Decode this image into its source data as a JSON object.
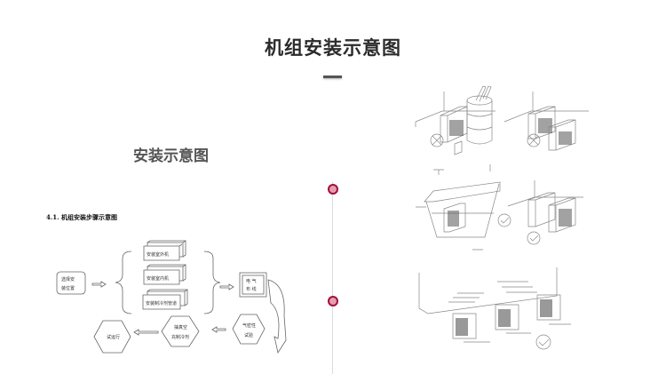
{
  "header": {
    "title": "机组安装示意图"
  },
  "left_panel": {
    "subtitle": "安装示意图",
    "section_heading": "4.1. 机组安装步骤示意图",
    "flow": {
      "start": "选择安装位置",
      "branch_items": [
        "安装室外机",
        "安装室内机",
        "安装制冷剂管道"
      ],
      "electrical": [
        "电 气",
        "布 线"
      ],
      "airtight": [
        "气密性",
        "试验"
      ],
      "vacuum": [
        "抽真空",
        "充制冷剂"
      ],
      "trial": "试运行"
    }
  },
  "right_panel": {
    "illustrations": [
      {
        "label": "unit-beside-barrel",
        "verdict": "incorrect"
      },
      {
        "label": "units-stacked-against-wall",
        "verdict": "incorrect"
      },
      {
        "label": "unit-under-shelter-roof",
        "verdict": "correct"
      },
      {
        "label": "units-side-by-side-spaced",
        "verdict": "correct"
      },
      {
        "label": "units-in-row-on-wall",
        "verdict": "correct"
      }
    ]
  },
  "colors": {
    "accent": "#a1103a",
    "accent_fill": "#e79cb0",
    "title": "#2b2b2b",
    "line": "#dcdcdc"
  }
}
